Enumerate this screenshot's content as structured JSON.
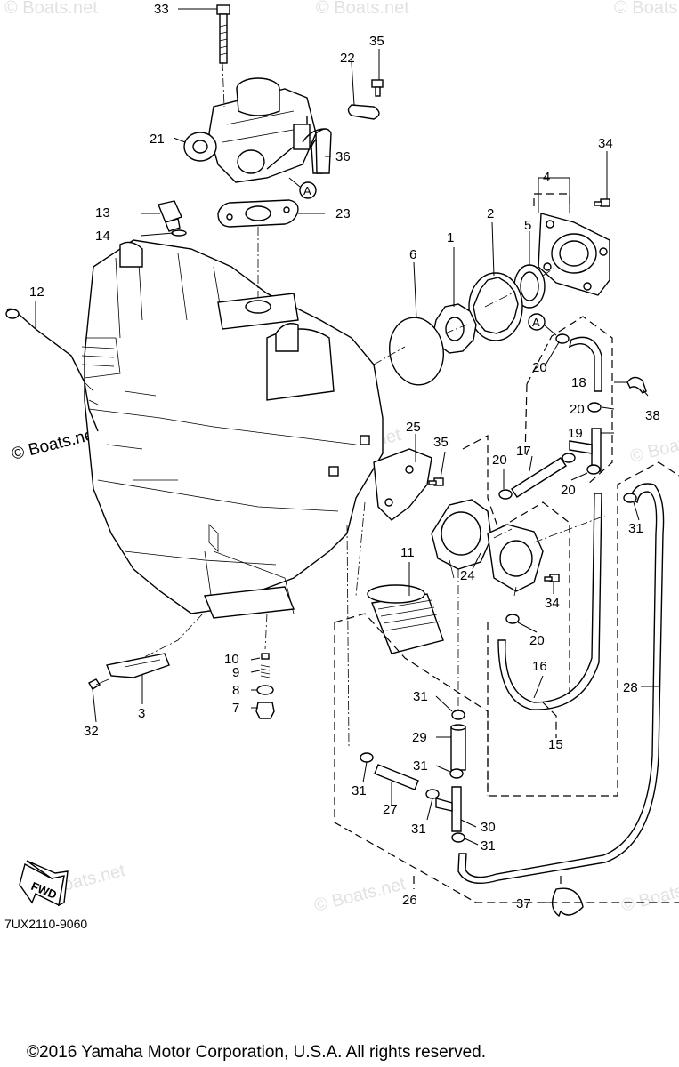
{
  "diagram_code": "7UX2110-9060",
  "copyright": "©2016 Yamaha Motor Corporation, U.S.A. All rights reserved.",
  "watermark": "© Boats.net",
  "fwd_label": "FWD",
  "ref_marker": "A",
  "callouts": [
    "1",
    "2",
    "3",
    "4",
    "5",
    "6",
    "7",
    "8",
    "9",
    "10",
    "11",
    "12",
    "13",
    "14",
    "15",
    "16",
    "17",
    "18",
    "19",
    "20",
    "21",
    "22",
    "23",
    "24",
    "25",
    "26",
    "27",
    "28",
    "29",
    "30",
    "31",
    "32",
    "33",
    "34",
    "35",
    "36",
    "37",
    "38"
  ]
}
